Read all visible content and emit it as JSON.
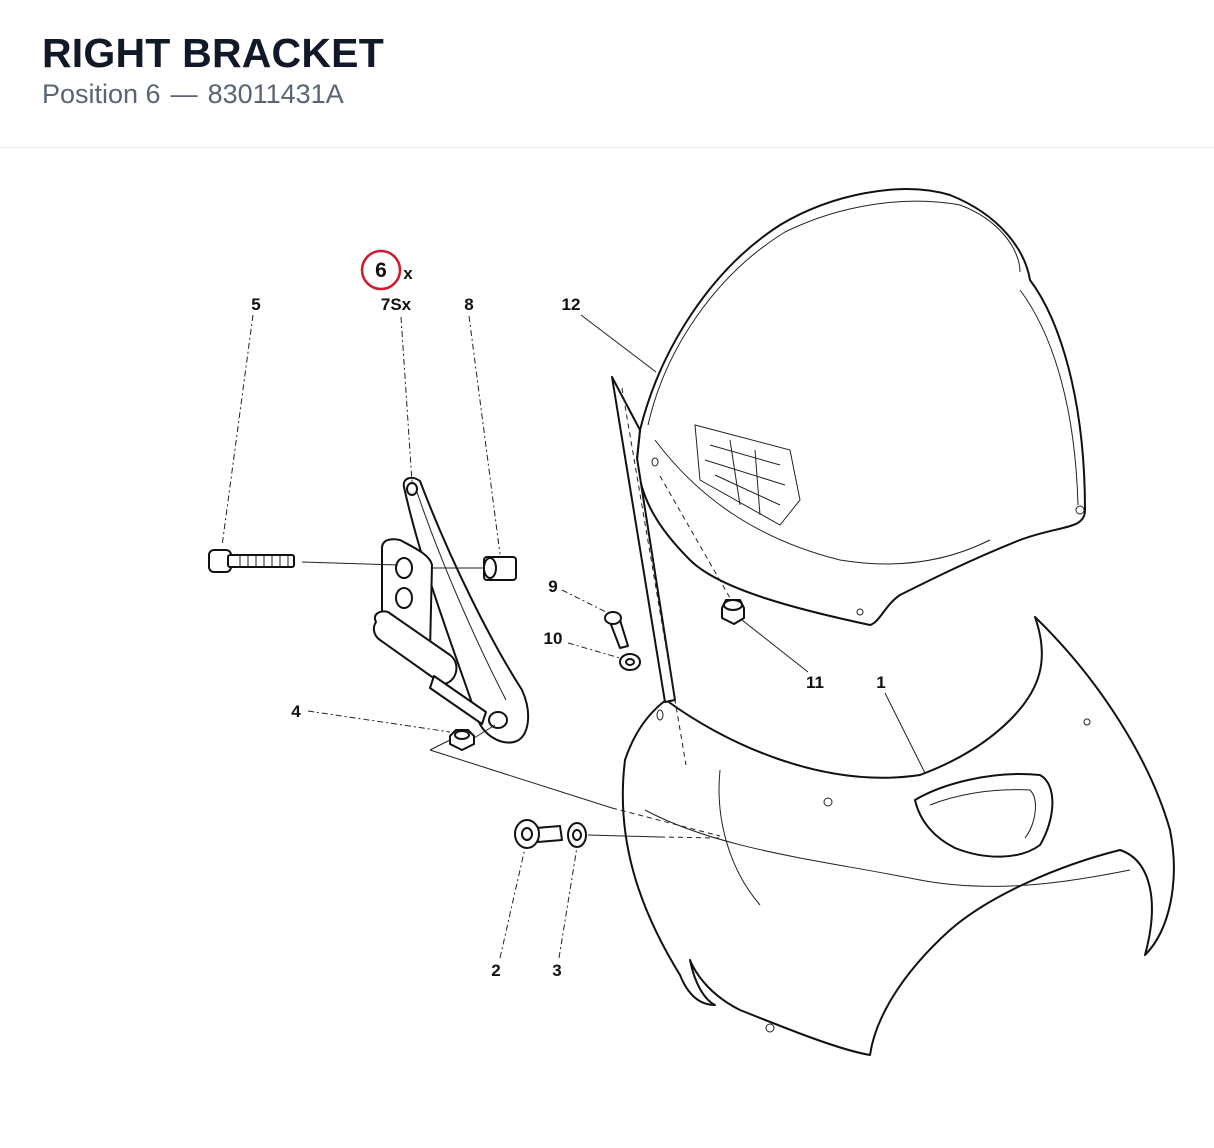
{
  "header": {
    "title": "RIGHT BRACKET",
    "position_label": "Position 6",
    "separator": "—",
    "part_number": "83011431A"
  },
  "diagram": {
    "highlight_color": "#d0192b",
    "highlighted_callout": "6",
    "callouts": {
      "c1": "1",
      "c2": "2",
      "c3": "3",
      "c4": "4",
      "c5": "5",
      "c6": "6",
      "c6_suffix": "x",
      "c7": "7Sx",
      "c8": "8",
      "c9": "9",
      "c10": "10",
      "c11": "11",
      "c12": "12"
    }
  }
}
